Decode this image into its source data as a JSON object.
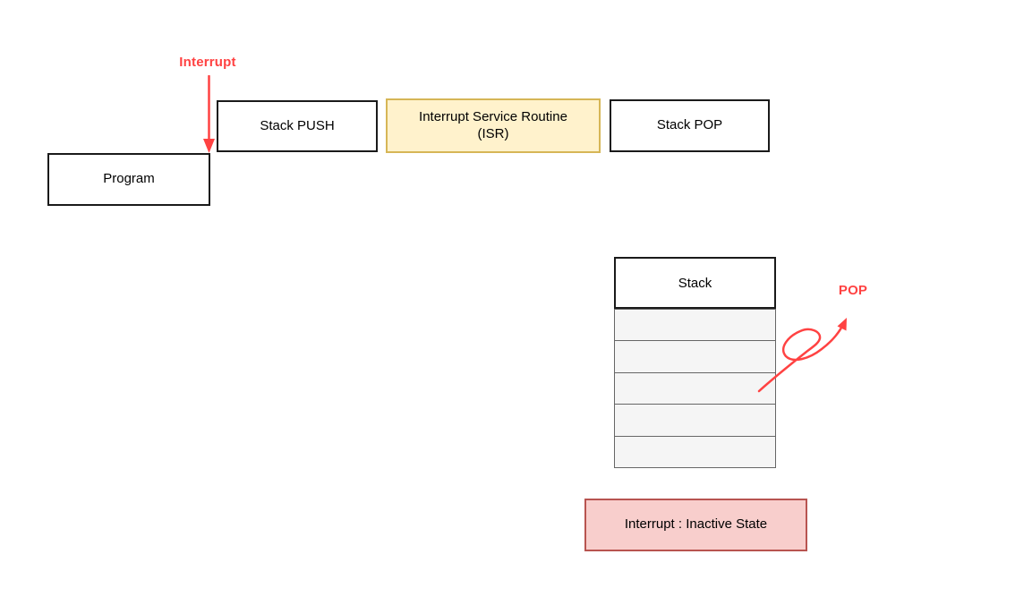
{
  "annotations": {
    "interrupt": "Interrupt",
    "pop": "POP"
  },
  "flow": {
    "program": "Program",
    "stack_push": "Stack PUSH",
    "isr_line1": "Interrupt Service Routine",
    "isr_line2": "(ISR)",
    "stack_pop": "Stack POP"
  },
  "stack_table": {
    "header": "Stack",
    "row_count": 5
  },
  "status": {
    "label": "Interrupt : Inactive State"
  },
  "icons": {
    "interrupt_arrow": "red-down-arrow-icon",
    "pop_arrow": "red-pigtail-curve-arrow-icon"
  },
  "colors": {
    "background": "#FFFFFF",
    "accent_red": "#FF4242",
    "box_border": "#1A1A1A",
    "isr_fill": "#FFF2CC",
    "isr_border": "#D6B656",
    "status_fill": "#F8CECC",
    "status_border": "#B85450",
    "stack_row_fill": "#F5F5F5",
    "stack_row_border": "#666666"
  }
}
